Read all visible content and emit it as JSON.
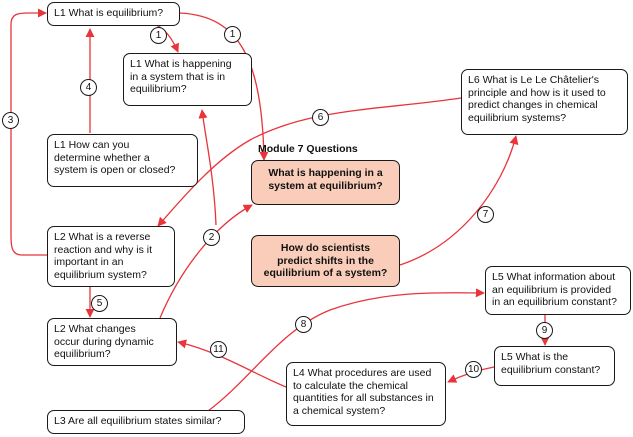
{
  "heading": "Module 7 Questions",
  "boxes": {
    "b1": "L1 What is equilibrium?",
    "b2": "L1 What is happening\nin a system that is in\nequilibrium?",
    "b3": "L1 How can you\ndetermine whether a\nsystem is open or closed?",
    "b4": "L2 What is a reverse\nreaction and why is it\nimportant in an\nequilibrium system?",
    "b5": "L2 What changes\noccur during dynamic\nequilibrium?",
    "b6": "L3 Are all equilibrium states similar?",
    "b7": "L4 What procedures are used\nto calculate the chemical\nquantities for all substances in\na chemical system?",
    "b8": "L5 What information about\nan equilibrium is provided\nin an equilibrium constant?",
    "b9": "L5 What is the\nequilibrium constant?",
    "b10": "L6 What is Le Le Châtelier's\nprinciple and how is it used to\npredict changes in chemical\nequilibrium systems?",
    "k1": "What is happening in a\nsystem at equilibrium?",
    "k2": "How do scientists\npredict shifts in the\nequilibrium of a system?"
  },
  "arrow_numbers": {
    "n1a": "1",
    "n1b": "1",
    "n2": "2",
    "n3": "3",
    "n4": "4",
    "n5": "5",
    "n6": "6",
    "n7": "7",
    "n8": "8",
    "n9": "9",
    "n10": "10",
    "n11": "11"
  },
  "colors": {
    "arrow": "#e8343a",
    "key_box_fill": "#f9cdb9",
    "box_border": "#1a1a1a"
  }
}
